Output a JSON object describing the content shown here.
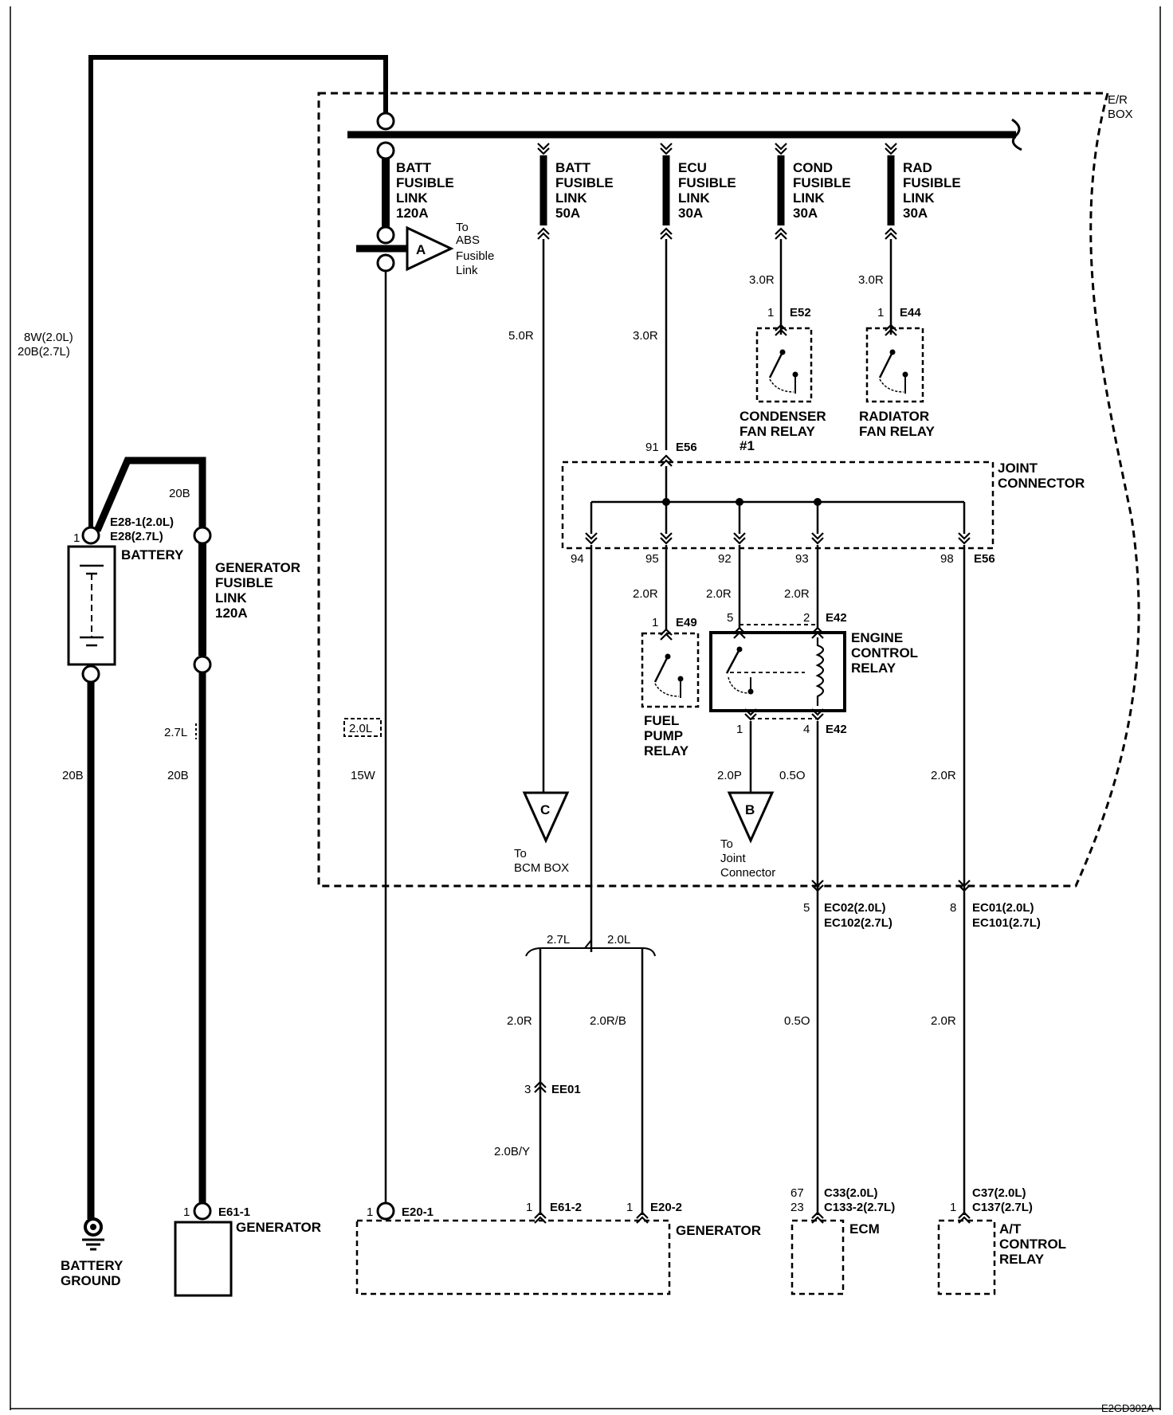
{
  "box": {
    "title_line1": "E/R",
    "title_line2": "BOX"
  },
  "battery_feed_wire": {
    "line1": "8W(2.0L)",
    "line2": "20B(2.7L)"
  },
  "battery": {
    "pin": "1",
    "conn_line1": "E28-1(2.0L)",
    "conn_line2": "E28(2.7L)",
    "label": "BATTERY",
    "wire_top": "20B",
    "wire_bottom": "20B"
  },
  "battery_ground": {
    "line1": "BATTERY",
    "line2": "GROUND"
  },
  "generator_link": {
    "line1": "GENERATOR",
    "line2": "FUSIBLE",
    "line3": "LINK",
    "line4": "120A",
    "variant": "2.7L",
    "wire": "20B"
  },
  "gen_left": {
    "pin": "1",
    "conn": "E61-1",
    "label": "GENERATOR"
  },
  "batt_link_120": {
    "line1": "BATT",
    "line2": "FUSIBLE",
    "line3": "LINK",
    "line4": "120A"
  },
  "abs_ref": {
    "letter": "A",
    "line1": "To",
    "line2": "ABS",
    "line3": "Fusible",
    "line4": "Link"
  },
  "variant_20": {
    "text": "2.0L",
    "wire": "15W"
  },
  "fuse_batt50": {
    "line1": "BATT",
    "line2": "FUSIBLE",
    "line3": "LINK",
    "line4": "50A",
    "wire": "5.0R"
  },
  "bcm_ref": {
    "letter": "C",
    "line1": "To",
    "line2": "BCM BOX"
  },
  "fuse_ecu": {
    "line1": "ECU",
    "line2": "FUSIBLE",
    "line3": "LINK",
    "line4": "30A",
    "wire": "3.0R"
  },
  "fuse_cond": {
    "line1": "COND",
    "line2": "FUSIBLE",
    "line3": "LINK",
    "line4": "30A",
    "wire": "3.0R",
    "pin": "1",
    "conn": "E52"
  },
  "fuse_rad": {
    "line1": "RAD",
    "line2": "FUSIBLE",
    "line3": "LINK",
    "line4": "30A",
    "wire": "3.0R",
    "pin": "1",
    "conn": "E44"
  },
  "condenser_relay": {
    "line1": "CONDENSER",
    "line2": "FAN RELAY",
    "line3": "#1"
  },
  "radiator_relay": {
    "line1": "RADIATOR",
    "line2": "FAN RELAY"
  },
  "joint": {
    "line1": "JOINT",
    "line2": "CONNECTOR",
    "in_pin": "91",
    "in_conn": "E56",
    "pins": [
      "94",
      "95",
      "92",
      "93",
      "98"
    ],
    "out_conn": "E56"
  },
  "fuel_relay": {
    "wire": "2.0R",
    "pin": "1",
    "conn": "E49",
    "line1": "FUEL",
    "line2": "PUMP",
    "line3": "RELAY"
  },
  "engine_relay": {
    "wire_a": "2.0R",
    "wire_b": "2.0R",
    "pin_a": "5",
    "pin_b": "2",
    "conn_top": "E42",
    "line1": "ENGINE",
    "line2": "CONTROL",
    "line3": "RELAY",
    "pin_c": "1",
    "pin_d": "4",
    "conn_bottom": "E42",
    "wire_c": "2.0P",
    "wire_d": "0.5O"
  },
  "joint_ref": {
    "letter": "B",
    "line1": "To",
    "line2": "Joint",
    "line3": "Connector"
  },
  "wire_98": "2.0R",
  "ec02": {
    "pin": "5",
    "line1": "EC02(2.0L)",
    "line2": "EC102(2.7L)"
  },
  "ec01": {
    "pin": "8",
    "line1": "EC01(2.0L)",
    "line2": "EC101(2.7L)"
  },
  "split": {
    "left": "2.7L",
    "right": "2.0L"
  },
  "wires_lower": {
    "w1": "2.0R",
    "w2": "2.0R/B",
    "w3": "0.5O",
    "w4": "2.0R",
    "w5": "2.0B/Y"
  },
  "ee01": {
    "pin": "3",
    "conn": "EE01"
  },
  "gen_box": {
    "pin1": "1",
    "conn1": "E20-1",
    "pin2": "1",
    "conn2": "E61-2",
    "pin3": "1",
    "conn3": "E20-2",
    "label": "GENERATOR"
  },
  "ecm": {
    "pin_top": "67",
    "pin_bottom": "23",
    "line1": "C33(2.0L)",
    "line2": "C133-2(2.7L)",
    "label": "ECM"
  },
  "atrelay": {
    "pin": "1",
    "line1": "C37(2.0L)",
    "line2": "C137(2.7L)",
    "label1": "A/T",
    "label2": "CONTROL",
    "label3": "RELAY"
  },
  "figure_id": "E2GD302A"
}
